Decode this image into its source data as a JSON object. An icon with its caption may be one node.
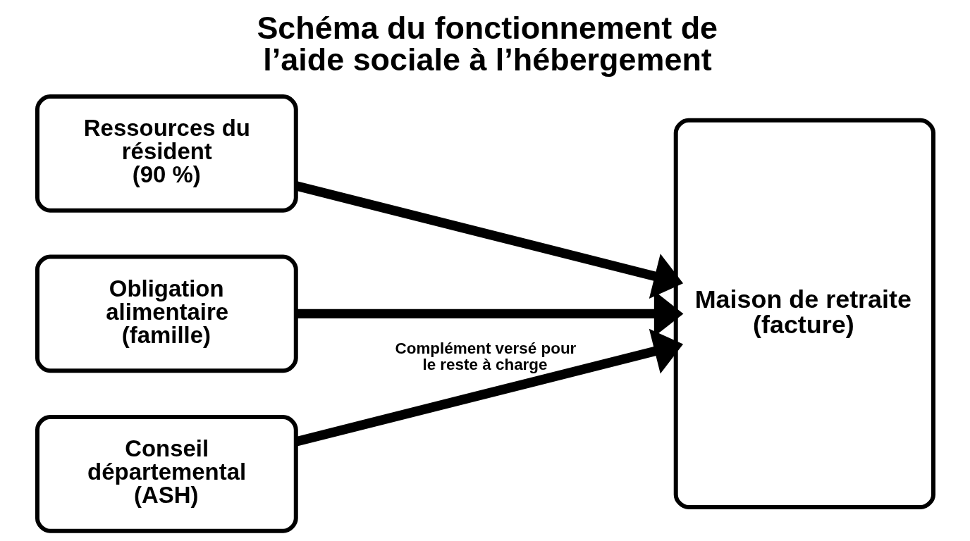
{
  "diagram": {
    "title": "Schéma du fonctionnement de l’aide sociale à l’hébergement",
    "nodes": [
      {
        "text": [
          "Ressources du résident (90 %)"
        ]
      },
      {
        "text": [
          "Obligation alimentaire (famille)"
        ]
      },
      {
        "text": [
          "Conseil départemental (ASH)"
        ]
      },
      {
        "text": [
          "Maison de retraite (facture)"
        ]
      }
    ],
    "edges": [
      {
        "from": 0,
        "to": 3,
        "arrow": "to"
      },
      {
        "from": 1,
        "to": 3,
        "arrow": "to"
      },
      {
        "from": 2,
        "to": 3,
        "arrow": "to",
        "label": "Complément versé pour le reste à charge"
      }
    ]
  }
}
